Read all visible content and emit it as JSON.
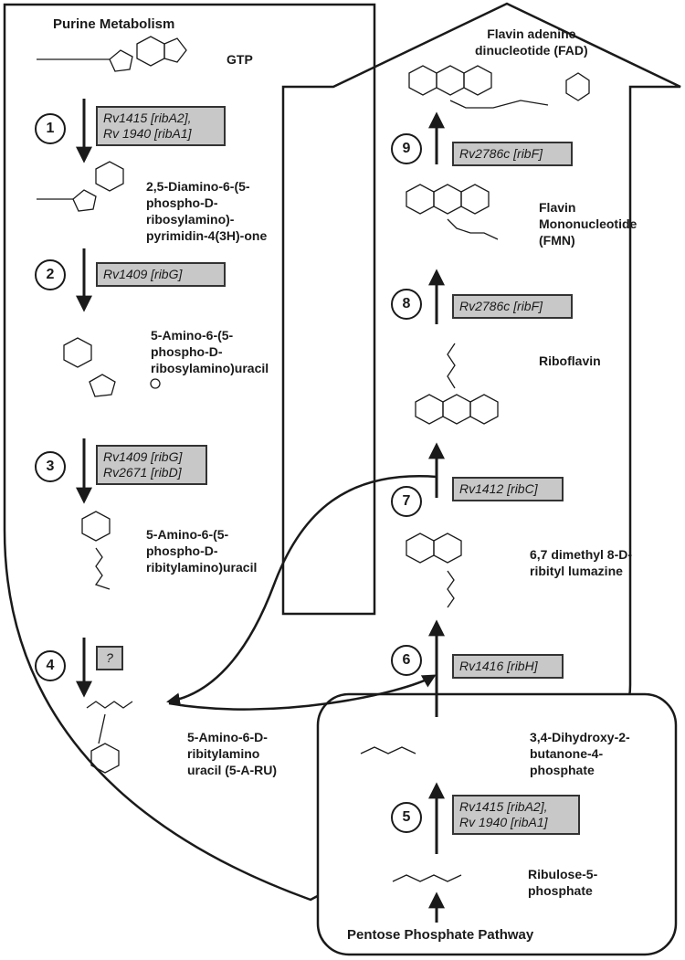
{
  "titles": {
    "purine": "Purine Metabolism",
    "ppp": "Pentose Phosphate Pathway"
  },
  "compounds": {
    "gtp": "GTP",
    "diamino": "2,5-Diamino-6-(5-\nphospho-D-\nribosylamino)-\npyrimidin-4(3H)-one",
    "ribosylamino_uracil": "5-Amino-6-(5-\nphospho-D-\nribosylamino)uracil",
    "ribitylamino_uracil": "5-Amino-6-(5-\nphospho-D-\nribitylamino)uracil",
    "aru": "5-Amino-6-D-\nribitylamino\nuracil (5-A-RU)",
    "dhbp": "3,4-Dihydroxy-2-\nbutanone-4-\nphosphate",
    "ribulose": "Ribulose-5-\nphosphate",
    "lumazine": "6,7 dimethyl 8-D-\nribityl lumazine",
    "riboflavin": "Riboflavin",
    "fmn": "Flavin\nMononucleotide\n(FMN)",
    "fad": "Flavin adenine\ndinucleotide (FAD)"
  },
  "steps": [
    "1",
    "2",
    "3",
    "4",
    "5",
    "6",
    "7",
    "8",
    "9"
  ],
  "enzymes": {
    "e1": "Rv1415 [ribA2],\nRv 1940 [ribA1]",
    "e2": "Rv1409 [ribG]",
    "e3": "Rv1409 [ribG]\nRv2671 [ribD]",
    "e4": "?",
    "e5": "Rv1415 [ribA2],\nRv 1940 [ribA1]",
    "e6": "Rv1416 [ribH]",
    "e7": "Rv1412 [ribC]",
    "e8": "Rv2786c [ribF]",
    "e9": "Rv2786c [ribF]"
  },
  "colors": {
    "enzyme_fill": "#c8c8c8",
    "line": "#1a1a1a"
  }
}
